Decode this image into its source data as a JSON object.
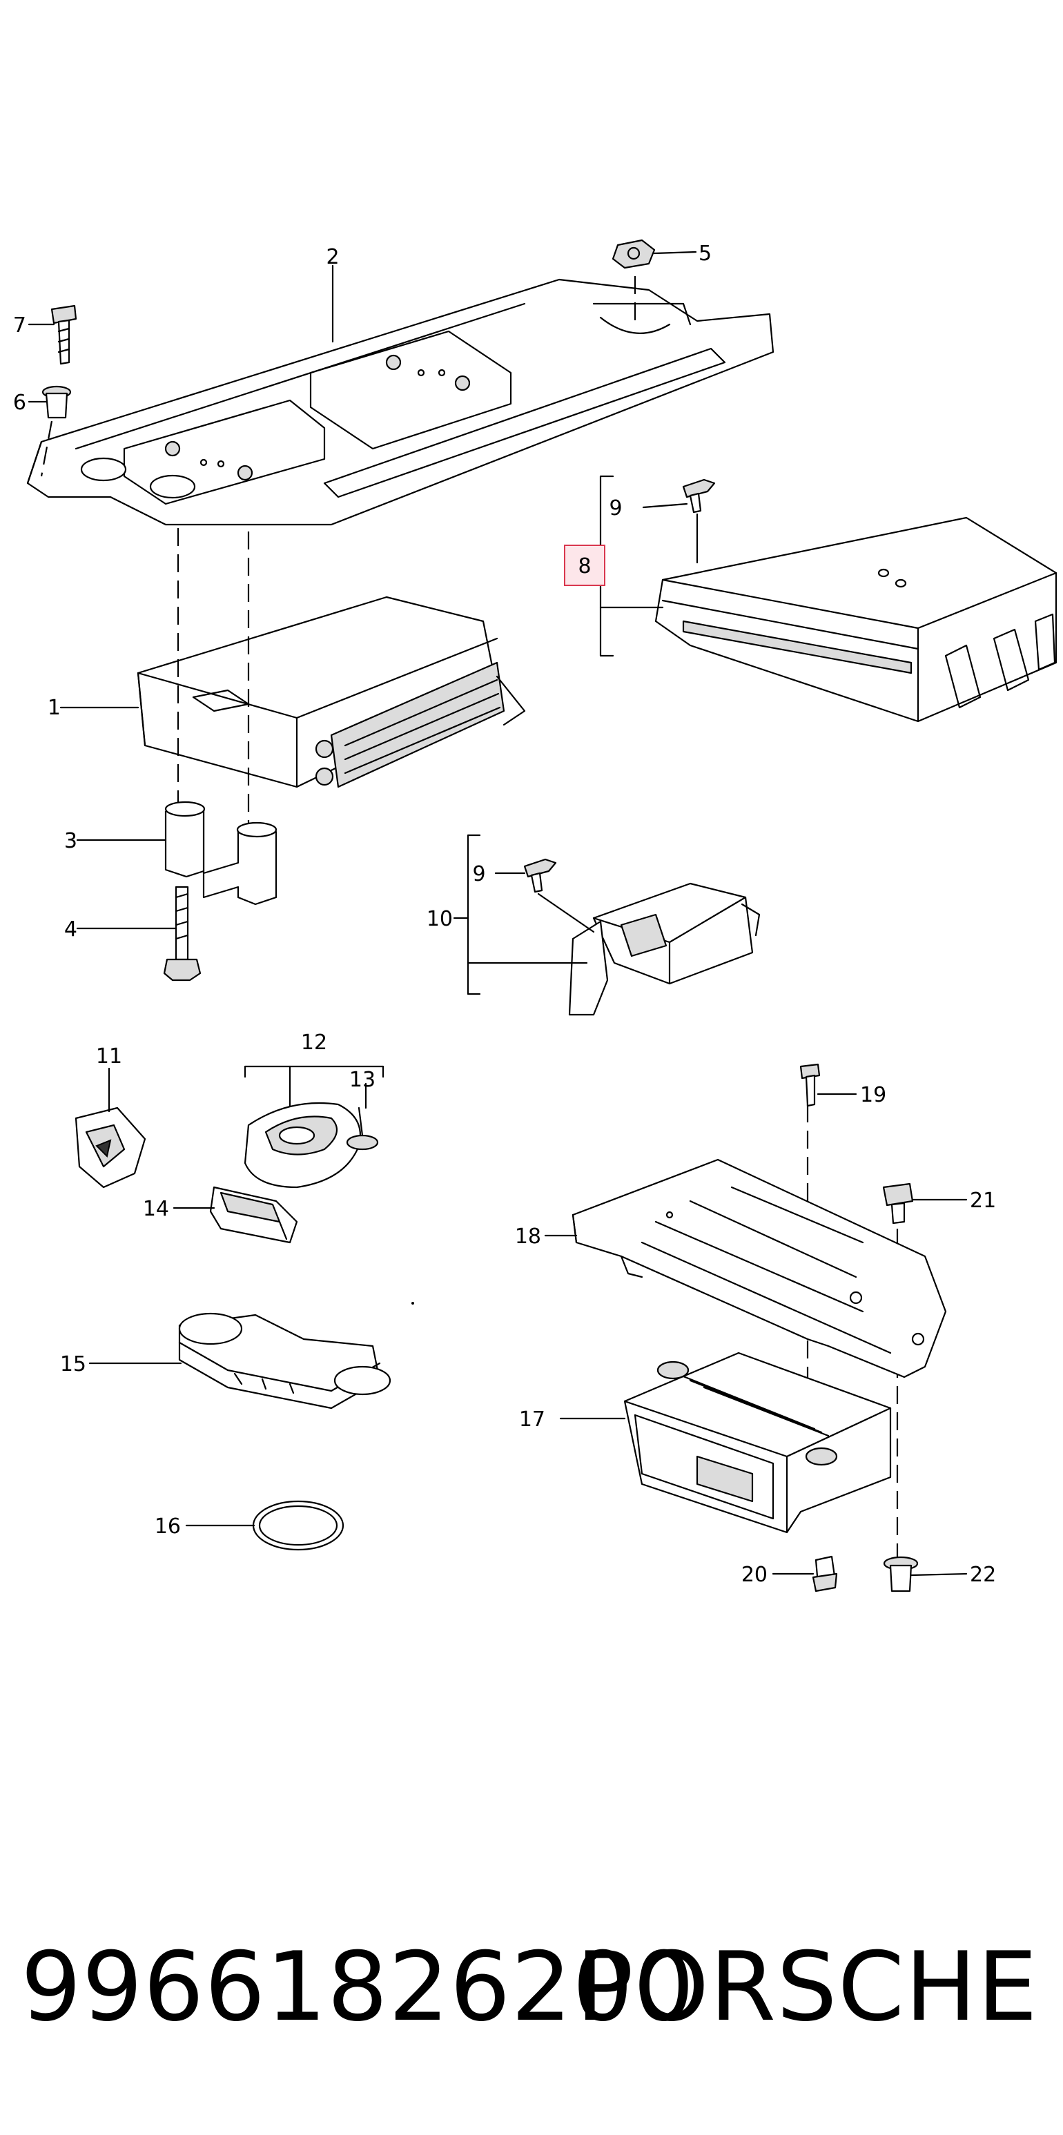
{
  "callouts": {
    "p1": "1",
    "p2": "2",
    "p3": "3",
    "p4": "4",
    "p5": "5",
    "p6": "6",
    "p7": "7",
    "p8": "8",
    "p9a": "9",
    "p9b": "9",
    "p10": "10",
    "p11": "11",
    "p12": "12",
    "p13": "13",
    "p14": "14",
    "p15": "15",
    "p16": "16",
    "p17": "17",
    "p18": "18",
    "p19": "19",
    "p20": "20",
    "p21": "21",
    "p22": "22"
  },
  "highlighted_callout": "8",
  "colors": {
    "highlight_fill": "#fde6ea",
    "highlight_border": "#d9374e",
    "line": "#000000"
  },
  "footer": {
    "part_number": "99661826200",
    "brand": "PORSCHE"
  }
}
